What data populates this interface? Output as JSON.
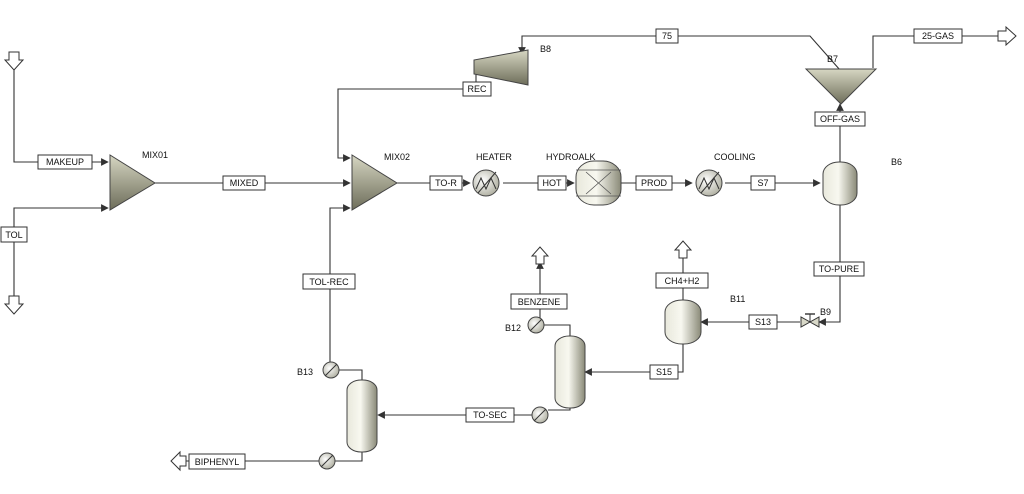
{
  "streams": {
    "makeup": "MAKEUP",
    "mixed": "MIXED",
    "tol": "TOL",
    "to_r": "TO-R",
    "hot": "HOT",
    "prod": "PROD",
    "s7": "S7",
    "off_gas": "OFF-GAS",
    "gas_25": "25-GAS",
    "s75": "75",
    "rec": "REC",
    "to_pure": "TO-PURE",
    "s13": "S13",
    "s15": "S15",
    "ch4_h2": "CH4+H2",
    "benzene": "BENZENE",
    "to_sec": "TO-SEC",
    "tol_rec": "TOL-REC",
    "biphenyl": "BIPHENYL"
  },
  "blocks": {
    "mix01": "MIX01",
    "mix02": "MIX02",
    "heater": "HEATER",
    "hydroalk": "HYDROALK",
    "cooling": "COOLING",
    "b6": "B6",
    "b7": "B7",
    "b8": "B8",
    "b9": "B9",
    "b11": "B11",
    "b12": "B12",
    "b13": "B13"
  }
}
